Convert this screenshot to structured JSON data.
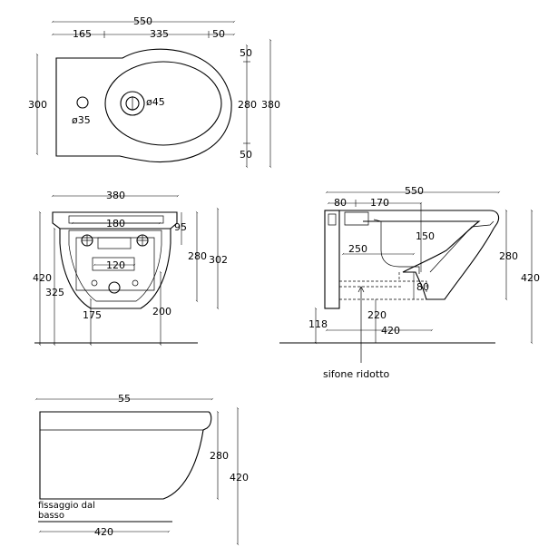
{
  "top_view": {
    "dim_width": "550",
    "dim_seg_a": "165",
    "dim_seg_b": "335",
    "dim_seg_c": "50",
    "dim_height_left": "300",
    "dim_inner_top": "50",
    "dim_inner_mid": "280",
    "dim_inner_bottom": "50",
    "dim_height_right": "380",
    "hole_small": "ø35",
    "hole_large": "ø45"
  },
  "front_view": {
    "dim_width": "380",
    "dim_inner": "180",
    "dim_small": "120",
    "dim_rim": "95",
    "dim_280": "280",
    "dim_302": "302",
    "dim_420": "420",
    "dim_325": "325",
    "dim_175": "175",
    "dim_200": "200"
  },
  "side_view": {
    "dim_total": "550",
    "dim_80_top": "80",
    "dim_170": "170",
    "dim_150": "150",
    "dim_250": "250",
    "dim_280": "280",
    "dim_420_right": "420",
    "dim_80_right": "80",
    "dim_220": "220",
    "dim_118": "118",
    "dim_420_bottom": "420",
    "label_siphon": "sifone ridotto"
  },
  "bottom_view": {
    "dim_width": "55",
    "dim_280": "280",
    "dim_420": "420",
    "dim_bottom": "420",
    "note_line1": "fissaggio dal",
    "note_line2": "basso"
  }
}
